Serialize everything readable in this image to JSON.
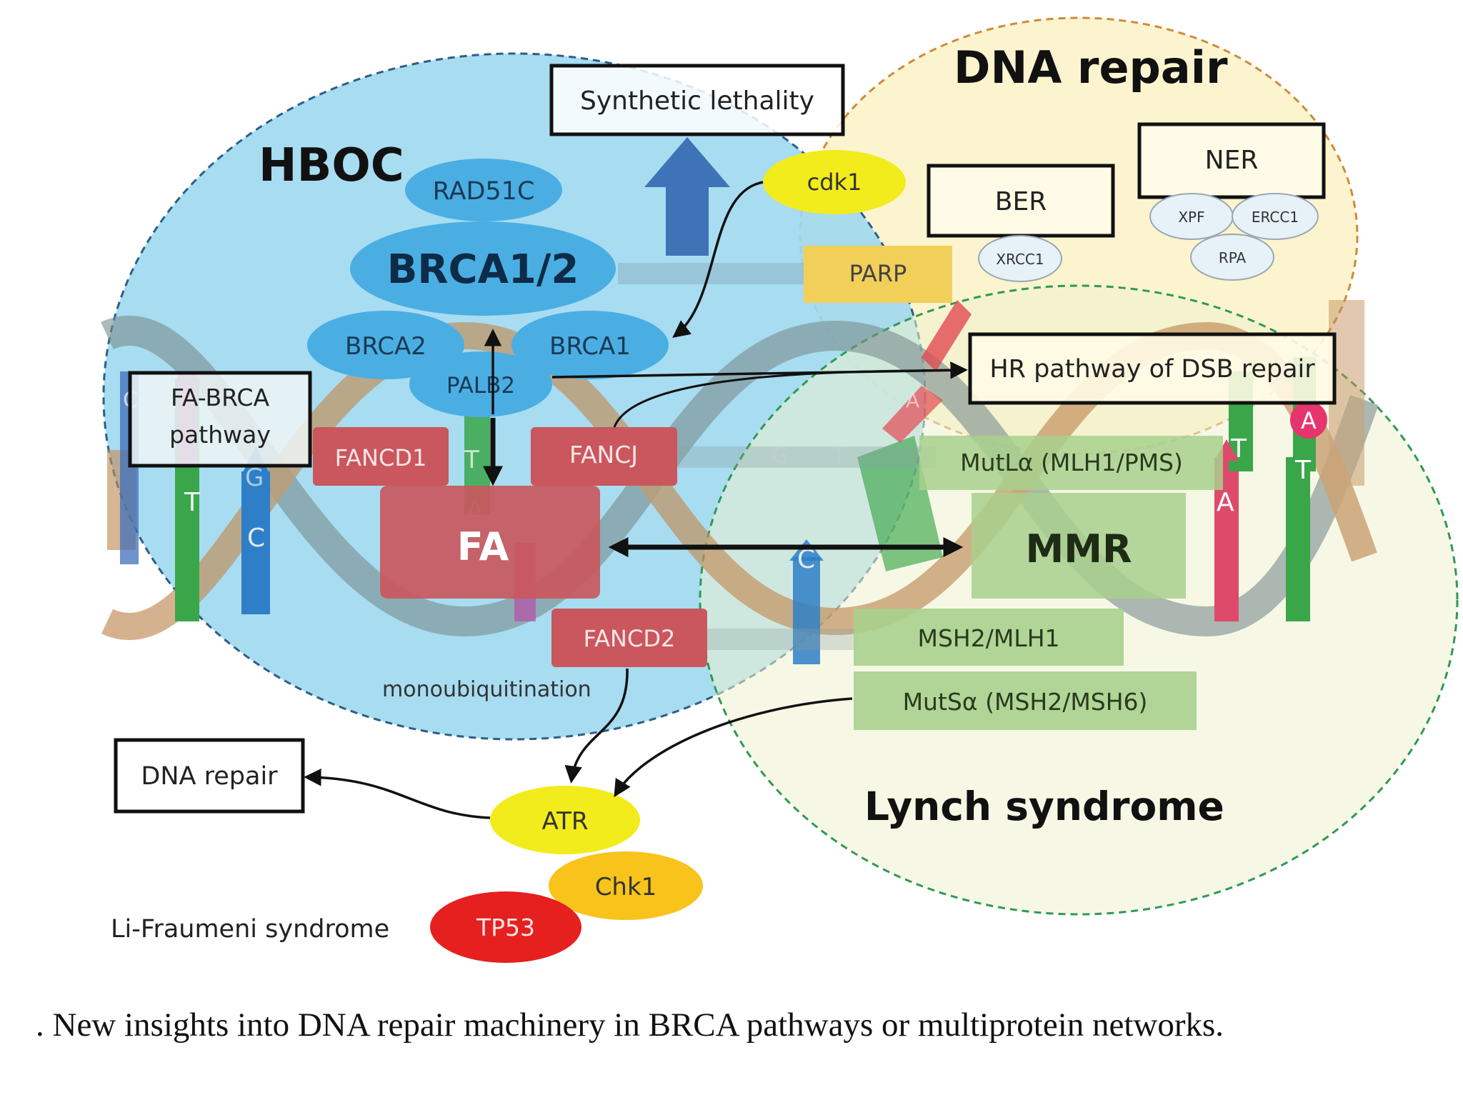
{
  "regions": {
    "hboc": "HBOC",
    "dna_repair": "DNA repair",
    "lynch": "Lynch syndrome",
    "li_fraumeni": "Li-Fraumeni syndrome"
  },
  "boxes": {
    "synthetic_lethality": "Synthetic lethality",
    "fa_brca": [
      "FA-BRCA",
      "pathway"
    ],
    "ber": "BER",
    "ner": "NER",
    "hr_pathway": "HR pathway of DSB repair",
    "dna_repair_out": "DNA repair"
  },
  "proteins": {
    "rad51c": "RAD51C",
    "brca12": "BRCA1/2",
    "brca2": "BRCA2",
    "brca1": "BRCA1",
    "palb2": "PALB2",
    "cdk1": "cdk1",
    "parp": "PARP",
    "xrcc1": "XRCC1",
    "xpf": "XPF",
    "ercc1": "ERCC1",
    "rpa": "RPA",
    "fancd1": "FANCD1",
    "fancj": "FANCJ",
    "fa": "FA",
    "fancd2": "FANCD2",
    "monoubiquitination": "monoubiquitination",
    "mutla": "MutLα (MLH1/PMS)",
    "mmr": "MMR",
    "msh2_mlh1": "MSH2/MLH1",
    "mutsa": "MutSα (MSH2/MSH6)",
    "atr": "ATR",
    "chk1": "Chk1",
    "tp53": "TP53"
  },
  "dna_letters": {
    "left_c1": "C",
    "left_t": "T",
    "left_g": "G",
    "left_c2": "C",
    "mid_t": "T",
    "mid_a": "A",
    "mid_g": "G",
    "mid_t2": "T",
    "mid_c": "C",
    "mid_a2": "A",
    "right_t": "T",
    "right_a": "A",
    "right_a2": "A",
    "right_t2": "T"
  },
  "caption": ". New insights into DNA repair machinery in BRCA pathways or multiprotein networks.",
  "colors": {
    "hboc_fill": "#9fd8f0",
    "dna_repair_fill": "#fcf2c6",
    "lynch_fill": "#eef2cf",
    "fa_red": "#c9575d",
    "mmr_green": "#a8d08d",
    "blue_ellipse": "#4aaee3",
    "yellow": "#f2ec1d",
    "orange": "#f8c31b",
    "red": "#e5201f",
    "parp": "#f2cf58"
  }
}
